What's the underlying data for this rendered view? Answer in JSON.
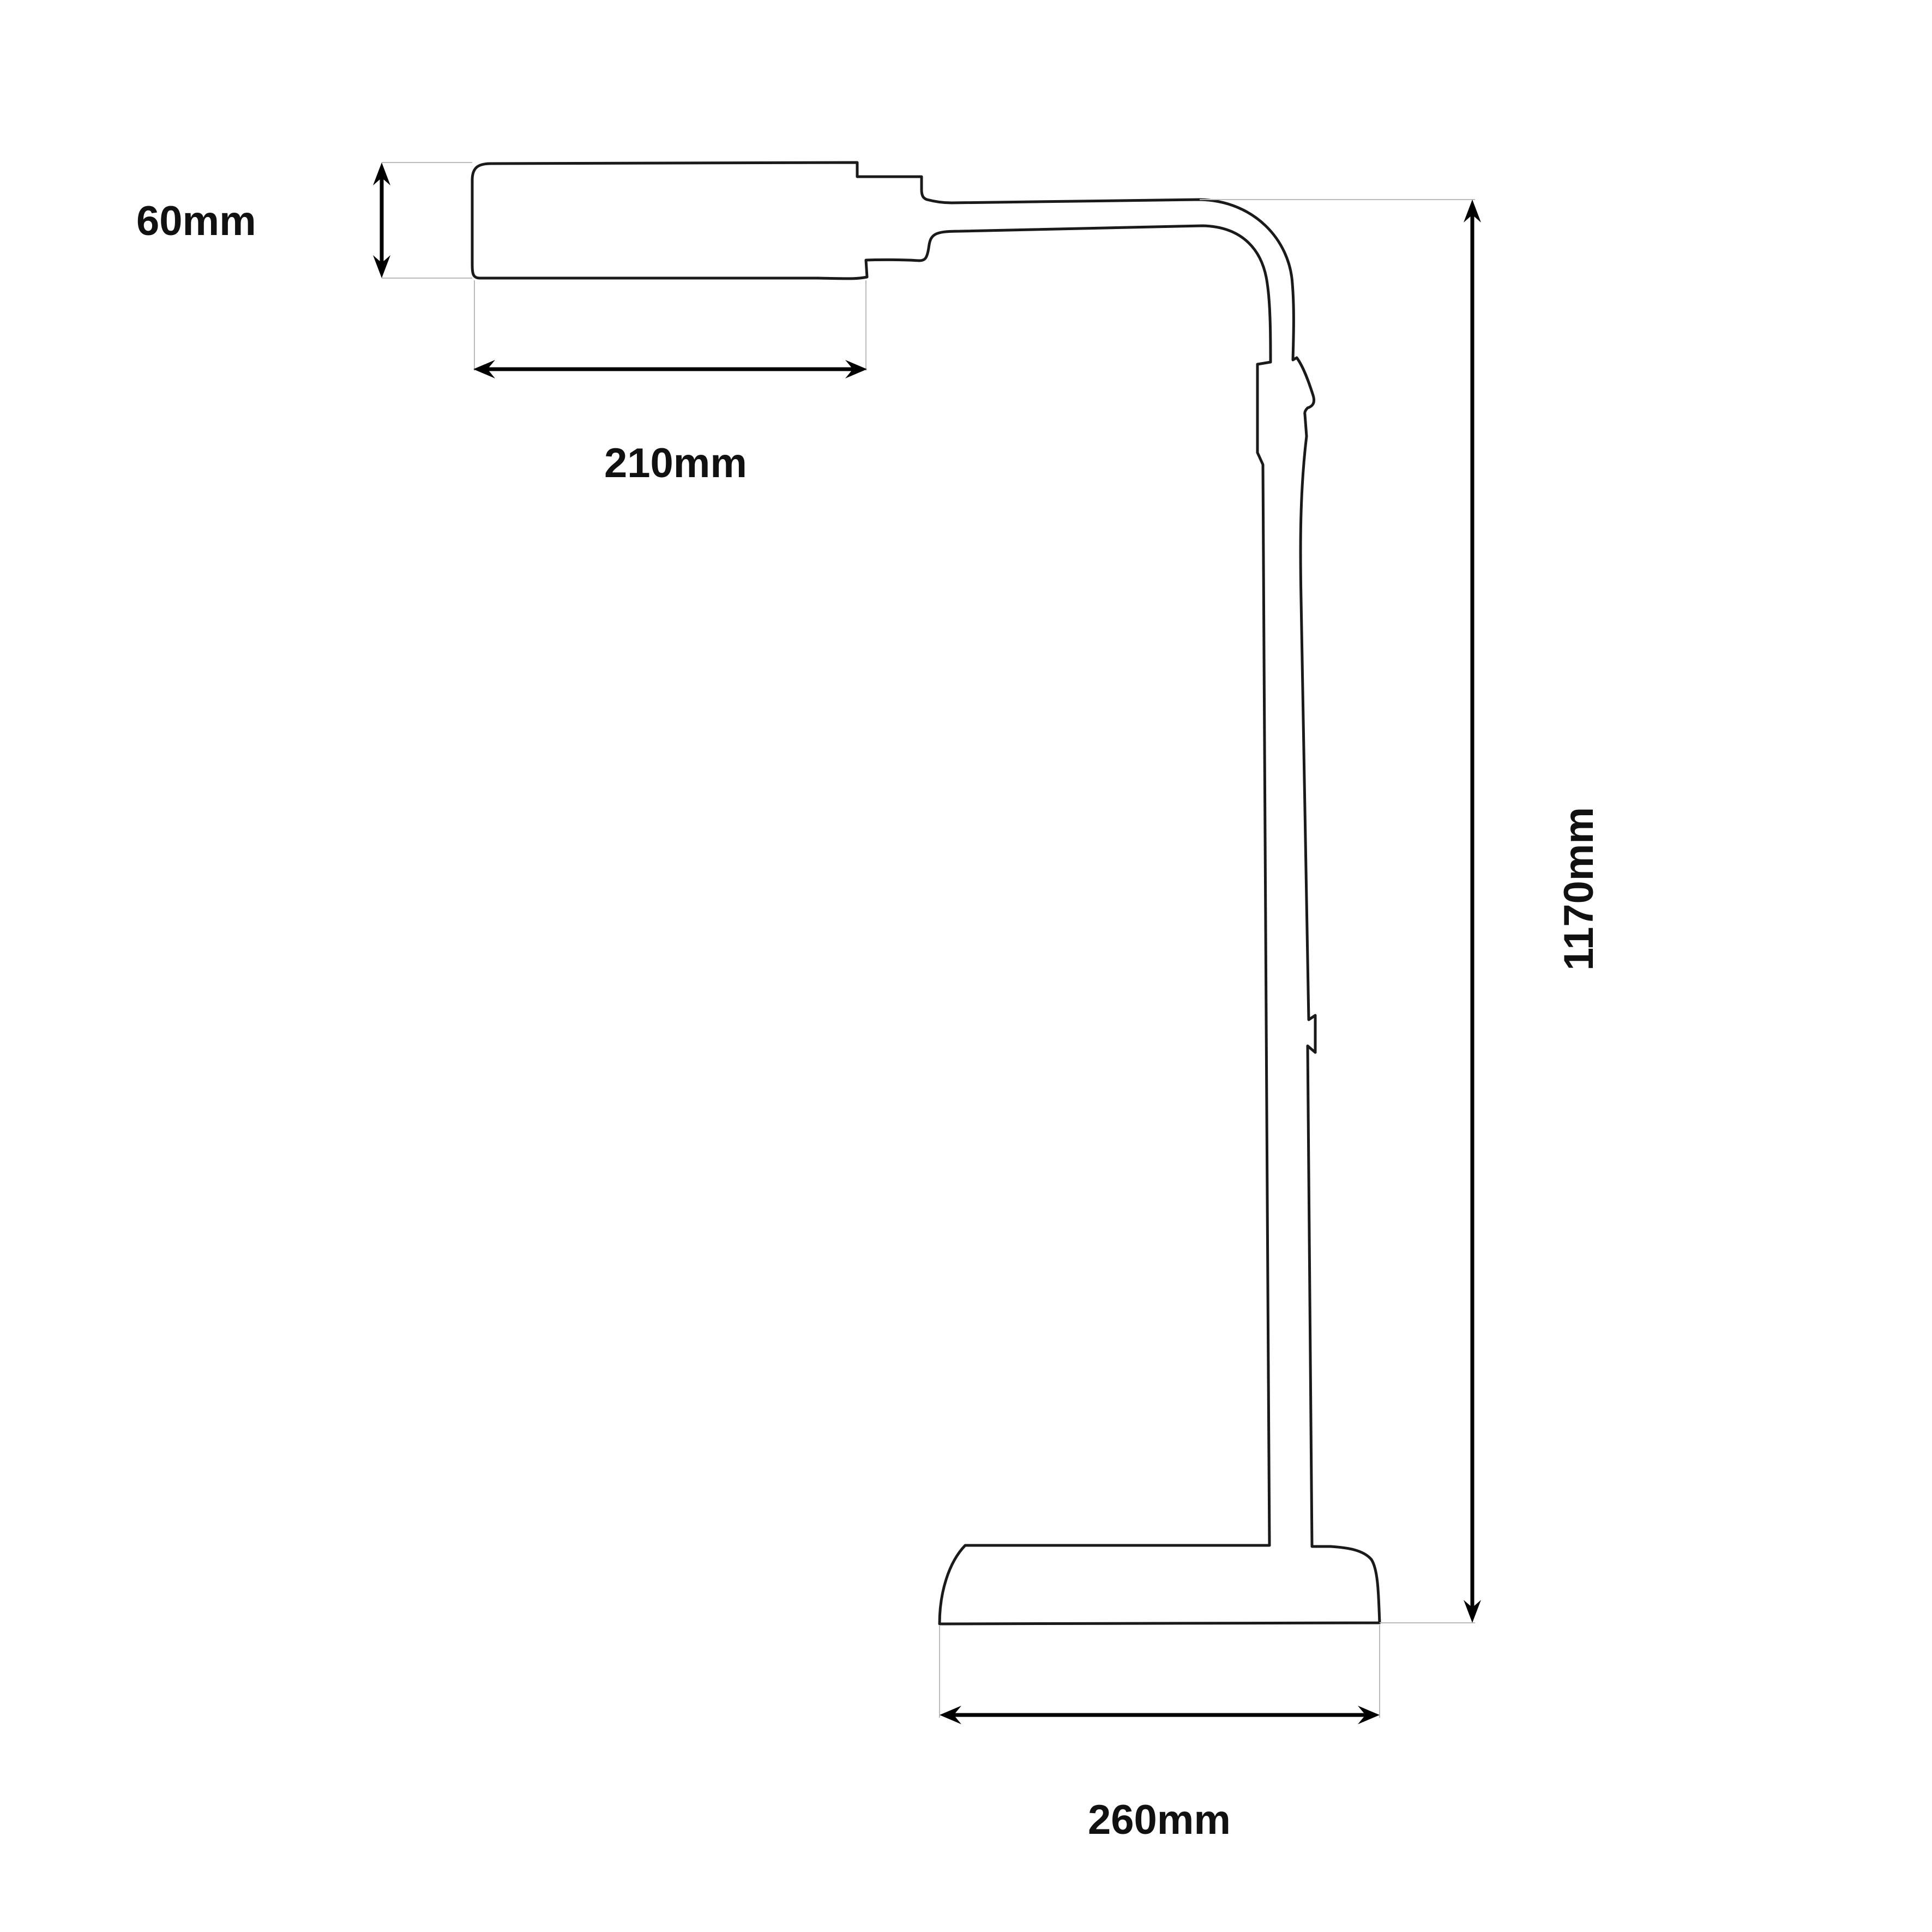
{
  "diagram": {
    "subject": "Floor lamp dimension drawing",
    "dimensions": {
      "head_height": "60mm",
      "head_length": "210mm",
      "total_height": "1170mm",
      "base_width": "260mm"
    },
    "colors": {
      "outline": "#1a1a1a",
      "extension_line": "#bbbbbb",
      "dimension_line": "#000000",
      "background": "#ffffff"
    }
  }
}
